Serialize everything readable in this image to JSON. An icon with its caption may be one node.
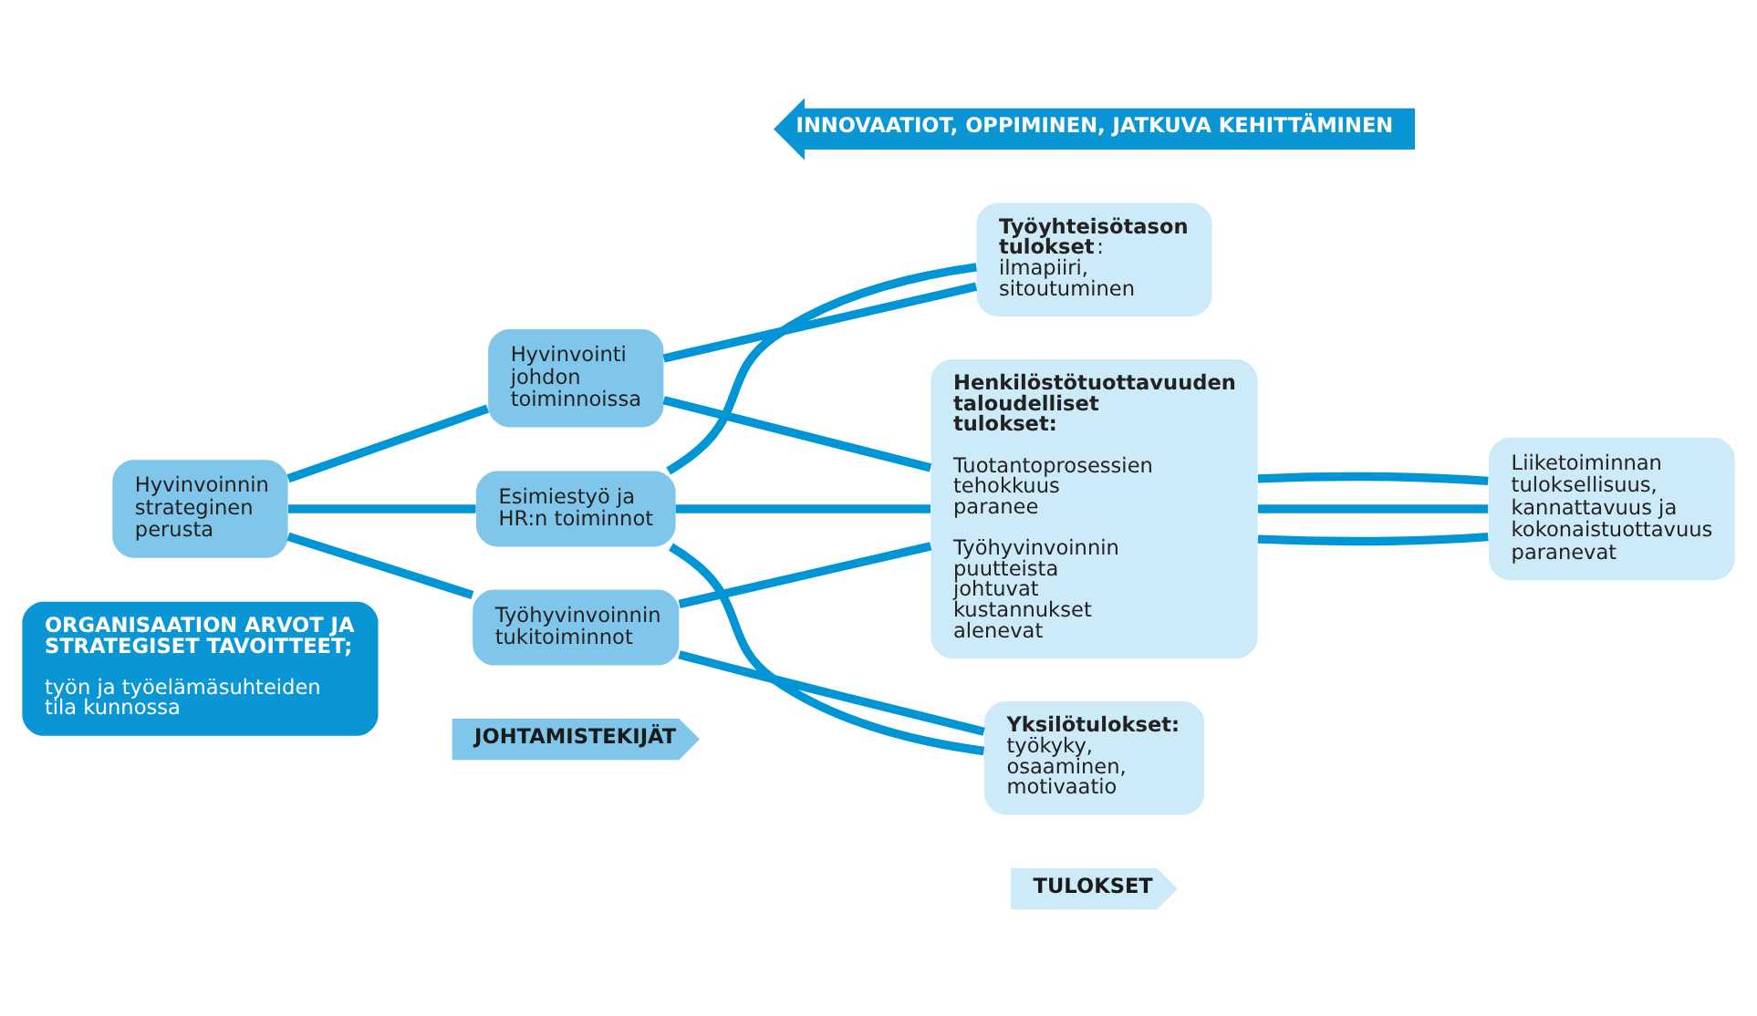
{
  "diagram": {
    "nodes": [
      {
        "text": [
          "ORGANISAATION ARVOT JA STRATEGISET TAVOITTEET;",
          "työn ja työelämäsuhteiden tila kunnossa"
        ]
      },
      {
        "text": [
          "JOHTAMISTEKIJÄT"
        ]
      },
      {
        "text": [
          "TULOKSET"
        ]
      },
      {
        "text": [
          "Hyvinvoinnin strateginen perusta"
        ]
      },
      {
        "text": [
          "Hyvinvointi johdon toiminnoissa"
        ]
      },
      {
        "text": [
          "Esimiestyö ja HR:n toiminnot"
        ]
      },
      {
        "text": [
          "Työhyvinvoinnin tukitoiminnot"
        ]
      },
      {
        "text": [
          "**Työyhteisötason tulokset**: ilmapiiri, sitoutuminen"
        ]
      },
      {
        "text": [
          "**Yksilötulokset:** työkyky, osaaminen, motivaatio"
        ]
      },
      {
        "text": [
          "Henkilöstötuottavuuden taloudelliset tulokset:",
          "Tuotantoprosessien tehokkuus paranee",
          "Työhyvinvoinnin puutteista johtuvat kustannukset alenevat"
        ]
      },
      {
        "text": [
          "Liiketoiminnan tuloksellisuus, kannattavuus ja kokonaistuottavuus paranevat"
        ]
      },
      {
        "text": [
          "INNOVAATIOT, OPPIMINEN, JATKUVA KEHITTÄMINEN"
        ]
      }
    ],
    "edges": [
      {
        "from": 3,
        "to": 4,
        "arrow": "none"
      },
      {
        "from": 3,
        "to": 5,
        "arrow": "none"
      },
      {
        "from": 3,
        "to": 6,
        "arrow": "none"
      },
      {
        "from": 4,
        "to": 9,
        "arrow": "none"
      },
      {
        "from": 5,
        "to": 9,
        "arrow": "none"
      },
      {
        "from": 6,
        "to": 9,
        "arrow": "none"
      },
      {
        "from": 4,
        "to": 7,
        "arrow": "none"
      },
      {
        "from": 5,
        "to": 7,
        "arrow": "none"
      },
      {
        "from": 5,
        "to": 8,
        "arrow": "none"
      },
      {
        "from": 6,
        "to": 8,
        "arrow": "none"
      },
      {
        "from": 9,
        "to": 10,
        "arrow": "none"
      },
      {
        "from": 9,
        "to": 10,
        "arrow": "none"
      },
      {
        "from": 9,
        "to": 10,
        "arrow": "none"
      }
    ]
  }
}
